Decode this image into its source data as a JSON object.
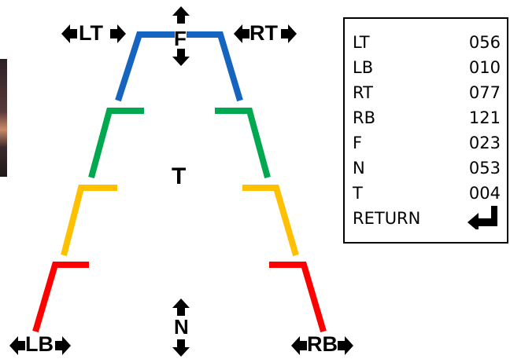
{
  "labels": {
    "lt": "LT",
    "rt": "RT",
    "f": "F",
    "t": "T",
    "n": "N",
    "lb": "LB",
    "rb": "RB"
  },
  "panel": {
    "rows": [
      {
        "key": "LT",
        "value": "056"
      },
      {
        "key": "LB",
        "value": "010"
      },
      {
        "key": "RT",
        "value": "077"
      },
      {
        "key": "RB",
        "value": "121"
      },
      {
        "key": "F",
        "value": "023"
      },
      {
        "key": "N",
        "value": "053"
      },
      {
        "key": "T",
        "value": "004"
      }
    ],
    "return_label": "RETURN",
    "return_icon": "return-arrow-icon"
  },
  "colors": {
    "blue": "#1565C0",
    "green": "#00A84F",
    "yellow": "#FFC000",
    "red": "#FF0000"
  }
}
